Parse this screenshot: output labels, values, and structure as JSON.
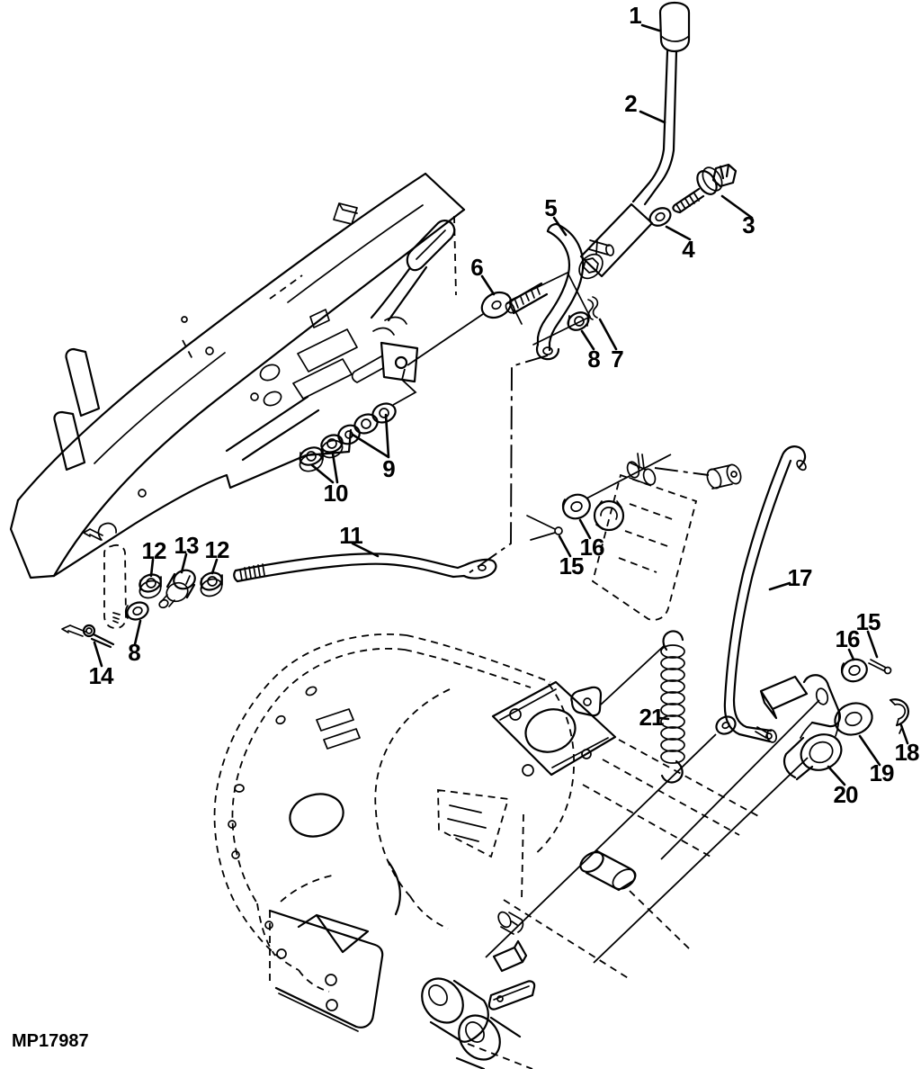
{
  "diagram": {
    "drawing_code": "MP17987",
    "type": "exploded-parts-diagram",
    "subject": "shift-linkage-and-transaxle",
    "ink_color": "#000000",
    "background_color": "#ffffff",
    "callouts": [
      {
        "label": "1"
      },
      {
        "label": "2"
      },
      {
        "label": "3"
      },
      {
        "label": "4"
      },
      {
        "label": "5"
      },
      {
        "label": "6"
      },
      {
        "label": "7"
      },
      {
        "label": "8"
      },
      {
        "label": "9"
      },
      {
        "label": "10"
      },
      {
        "label": "11"
      },
      {
        "label": "12"
      },
      {
        "label": "13"
      },
      {
        "label": "12"
      },
      {
        "label": "8"
      },
      {
        "label": "14"
      },
      {
        "label": "16"
      },
      {
        "label": "15"
      },
      {
        "label": "17"
      },
      {
        "label": "21"
      },
      {
        "label": "15"
      },
      {
        "label": "16"
      },
      {
        "label": "18"
      },
      {
        "label": "19"
      },
      {
        "label": "20"
      }
    ]
  }
}
